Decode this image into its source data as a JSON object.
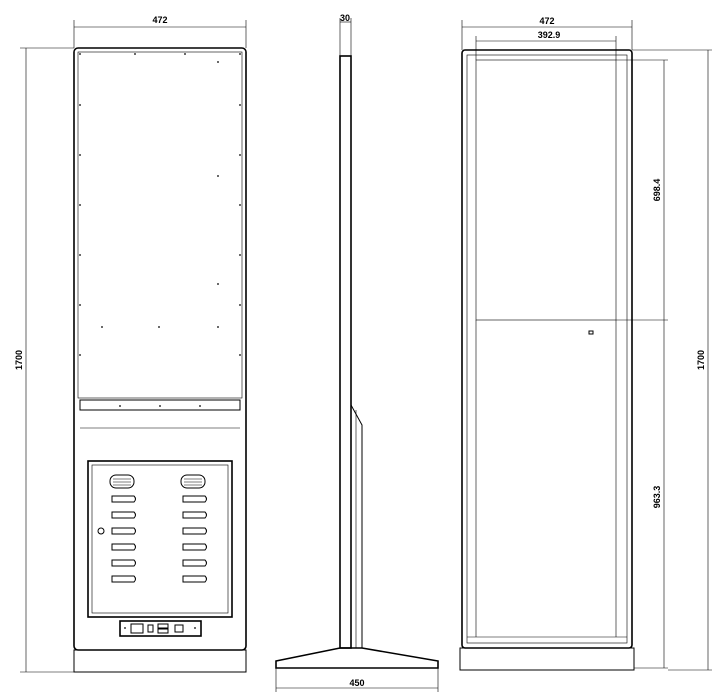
{
  "front_view": {
    "width_label": "472",
    "height_label": "1700"
  },
  "side_view": {
    "depth_label": "30",
    "base_label": "450"
  },
  "back_view": {
    "width_label": "472",
    "inner_width_label": "392.9",
    "screen_height_label": "698.4",
    "lower_height_label": "963.3",
    "height_label": "1700"
  }
}
